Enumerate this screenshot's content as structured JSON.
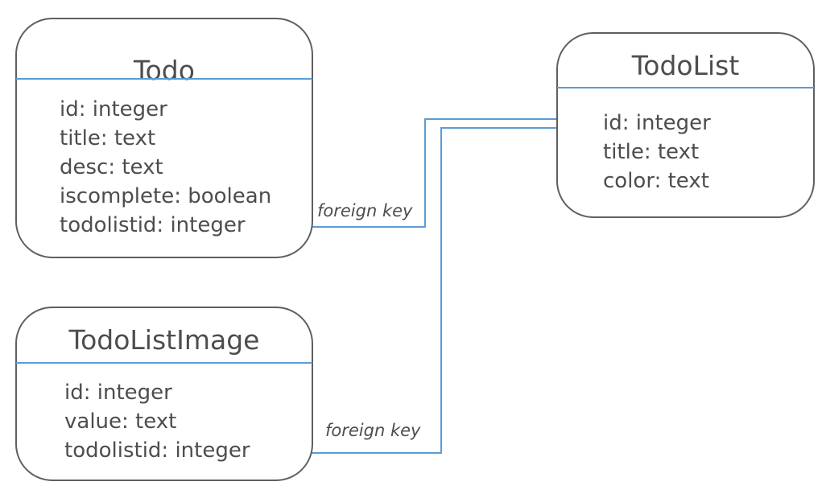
{
  "entities": {
    "todo": {
      "title": "Todo",
      "fields": [
        "id: integer",
        "title: text",
        "desc: text",
        "iscomplete: boolean",
        "todolistid: integer"
      ]
    },
    "todolist": {
      "title": "TodoList",
      "fields": [
        "id: integer",
        "title: text",
        "color: text"
      ]
    },
    "todolistimage": {
      "title": "TodoListImage",
      "fields": [
        "id: integer",
        "value: text",
        "todolistid: integer"
      ]
    }
  },
  "relations": [
    {
      "label": "foreign key",
      "from": "Todo.todolistid",
      "to": "TodoList.id"
    },
    {
      "label": "foreign key",
      "from": "TodoListImage.todolistid",
      "to": "TodoList.id"
    }
  ],
  "colors": {
    "border": "#5f5f5f",
    "divider": "#5b9bd5",
    "connector": "#5b9bd5",
    "text": "#4d4d4d"
  }
}
